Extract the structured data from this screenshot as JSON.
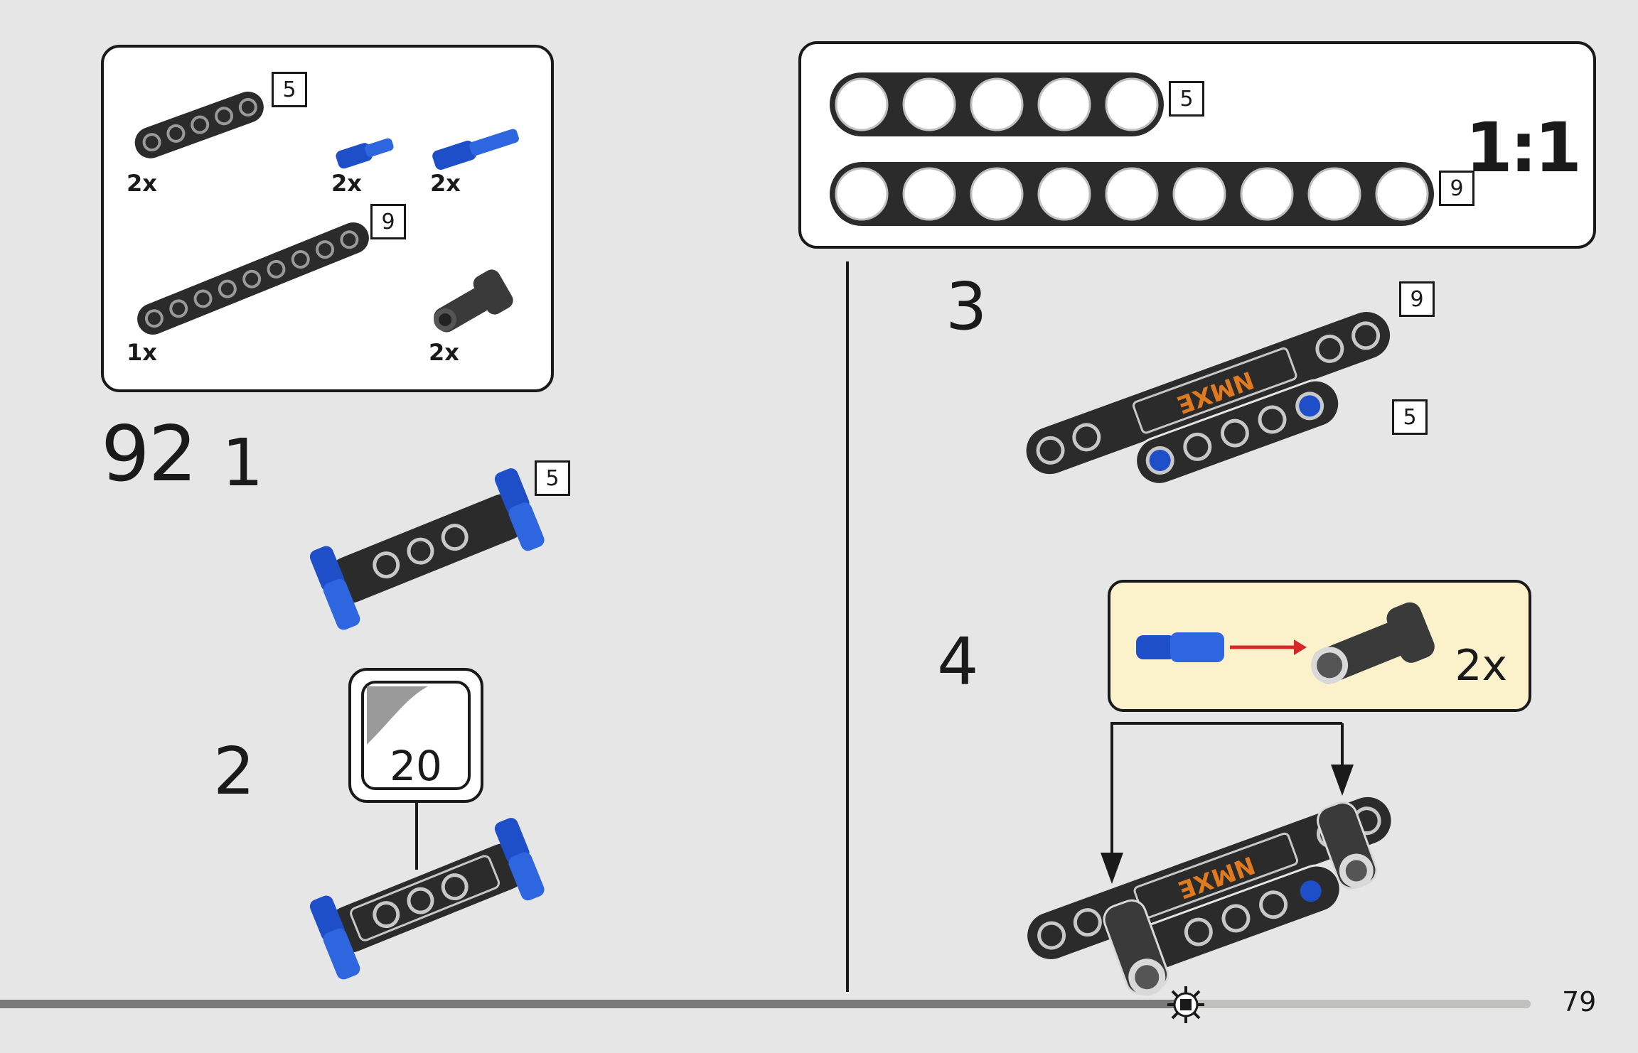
{
  "page_number": "79",
  "step_number": "92",
  "parts_list": {
    "beam5": {
      "qty": "2x",
      "size": "5"
    },
    "pin_short": {
      "qty": "2x"
    },
    "pin_long": {
      "qty": "2x"
    },
    "beam9": {
      "qty": "1x",
      "size": "9"
    },
    "connector": {
      "qty": "2x"
    }
  },
  "scale_panel": {
    "ratio": "1:1",
    "beam5_size": "5",
    "beam9_size": "9"
  },
  "substeps": [
    {
      "number": "1",
      "size": "5"
    },
    {
      "number": "2",
      "sticker": "20"
    },
    {
      "number": "3",
      "size_top": "9",
      "size_bottom": "5"
    },
    {
      "number": "4",
      "callout_qty": "2x"
    }
  ],
  "sticker_text": "NMXE",
  "colors": {
    "background": "#e6e6e6",
    "beam": "#2b2b2b",
    "pin_blue": "#1f4fc8",
    "callout_bg": "#fbf2cc",
    "arrow_red": "#d62828",
    "sticker_orange": "#e07a1f"
  }
}
